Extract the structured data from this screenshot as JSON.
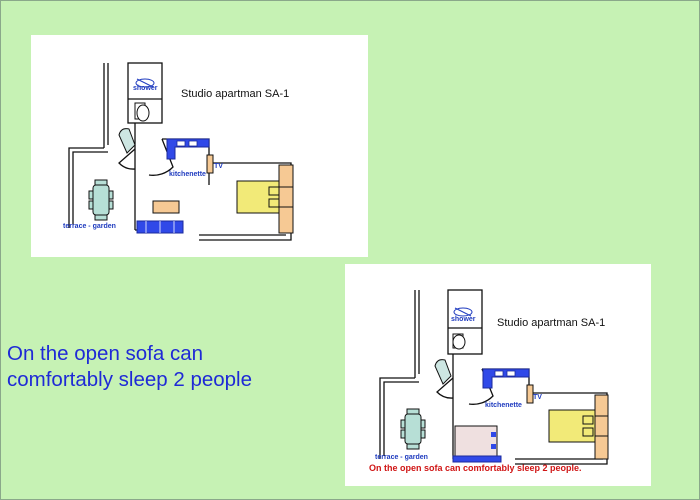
{
  "plans": [
    {
      "title": "Studio apartman SA-1",
      "labels": {
        "shower": "shower",
        "kitchenette": "kitchenette",
        "tv": "TV",
        "terrace": "terrace - garden"
      }
    },
    {
      "title": "Studio apartman SA-1",
      "labels": {
        "shower": "shower",
        "kitchenette": "kitchenette",
        "tv": "TV",
        "terrace": "terrace - garden"
      },
      "note": "On the open sofa can comfortably sleep 2 people."
    }
  ],
  "caption": "On the open sofa can comfortably sleep 2 people",
  "colors": {
    "background": "#c6f2b4",
    "label_blue": "#1f3bbf",
    "note_red": "#d01515",
    "caption_blue": "#1f2ad6",
    "kitchen_blue": "#3049e8",
    "bed_yellow": "#f2ea78",
    "bed_tan": "#f6c994",
    "table_teal": "#b7dfd6",
    "sofa_bed_pink": "#efe0e0"
  }
}
